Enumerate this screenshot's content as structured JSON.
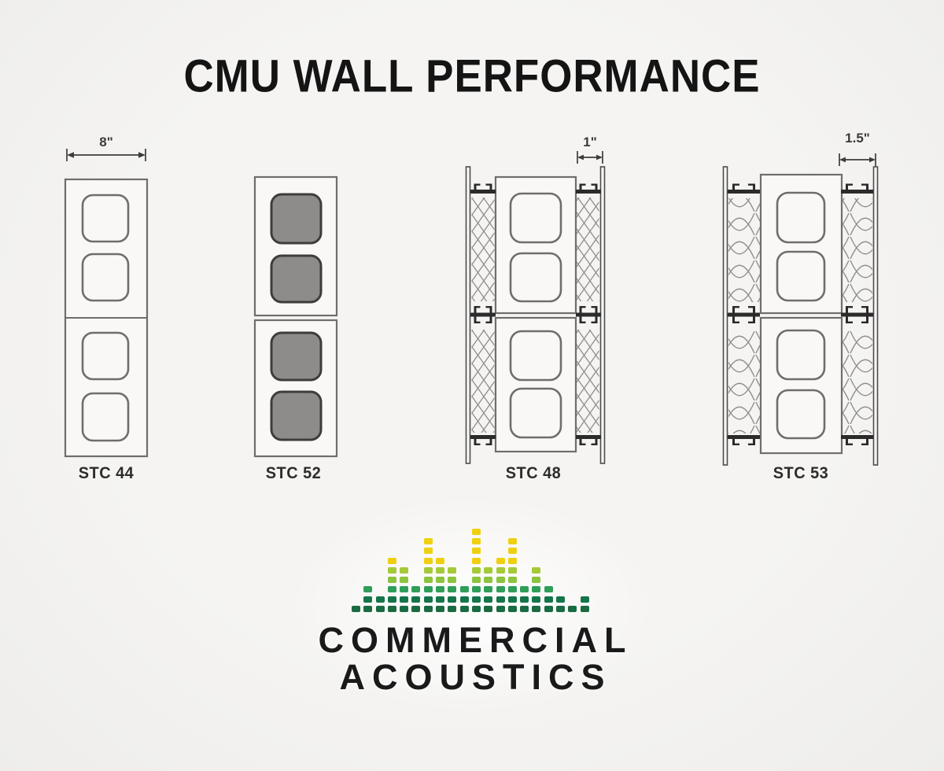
{
  "title": "CMU WALL PERFORMANCE",
  "walls": [
    {
      "id": "wall-1",
      "label": "STC 44",
      "stc": 44,
      "dimension": "8\"",
      "type": "hollow-cmu-block"
    },
    {
      "id": "wall-2",
      "label": "STC 52",
      "stc": 52,
      "dimension": "",
      "type": "grout-filled-cmu-block"
    },
    {
      "id": "wall-3",
      "label": "STC 48",
      "stc": 48,
      "dimension": "1\"",
      "type": "cmu-with-furring-insulation-gypsum"
    },
    {
      "id": "wall-4",
      "label": "STC 53",
      "stc": 53,
      "dimension": "1.5\"",
      "type": "cmu-with-furring-insulation-gypsum"
    }
  ],
  "logo": {
    "line1": "COMMERCIAL",
    "line2": "ACOUSTICS",
    "equalizer": {
      "heights": [
        1,
        3,
        2,
        6,
        5,
        3,
        8,
        6,
        5,
        3,
        9,
        5,
        6,
        8,
        3,
        5,
        3,
        2,
        1,
        2
      ],
      "row_colors": [
        "#1a6b41",
        "#15754a",
        "#2f9e58",
        "#8cc43d",
        "#a4ca38"
      ],
      "top_color": "#efd011"
    }
  },
  "colors": {
    "background": "#f2f1ee",
    "block_outline": "#6f6e6c",
    "block_fill": "#f9f8f6",
    "grout_fill": "#8d8c8a",
    "grout_outline": "#3e3d3b",
    "channel": "#2b2b2b",
    "insulation": "#8f8e8c",
    "text": "#141414"
  }
}
